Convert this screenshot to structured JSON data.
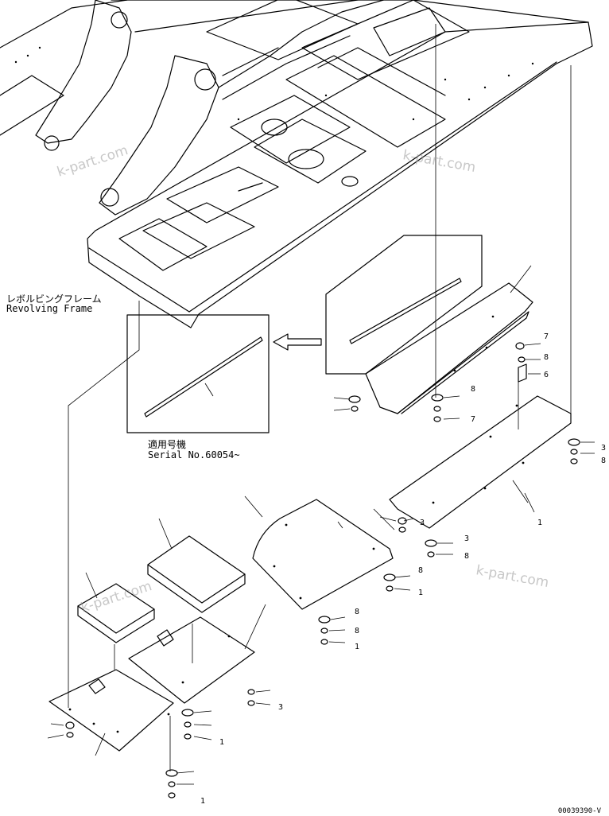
{
  "labels": {
    "frame_jp": "レボルビングフレーム",
    "frame_en": "Revolving Frame",
    "serial_jp": "適用号機",
    "serial_en": "Serial No.60054~",
    "drawing_no": "00039390-V"
  },
  "watermarks": [
    "k-part.com",
    "k-part.com",
    "k-part.com",
    "k-part.com"
  ],
  "callout_marks": [
    "7",
    "8",
    "6",
    "8",
    "7",
    "3",
    "8",
    "1",
    "3",
    "8",
    "8",
    "1",
    "8",
    "8",
    "1",
    "3",
    "1",
    "3",
    "1"
  ],
  "colors": {
    "ink": "#000000",
    "paper": "#ffffff",
    "watermark": "#9a9a9a"
  }
}
